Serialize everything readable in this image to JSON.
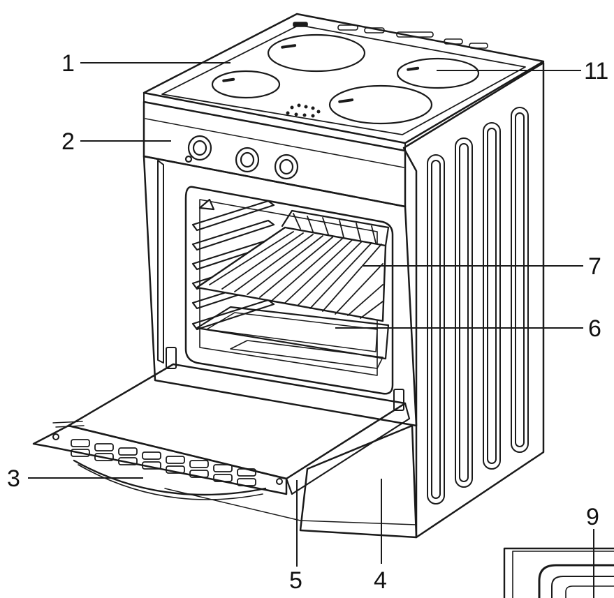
{
  "diagram": {
    "subject": "electric-cooker-with-open-oven",
    "callouts": [
      {
        "id": "c1",
        "text": "1"
      },
      {
        "id": "c2",
        "text": "2"
      },
      {
        "id": "c3",
        "text": "3"
      },
      {
        "id": "c4",
        "text": "4"
      },
      {
        "id": "c5",
        "text": "5"
      },
      {
        "id": "c6",
        "text": "6"
      },
      {
        "id": "c7",
        "text": "7"
      },
      {
        "id": "c9",
        "text": "9"
      },
      {
        "id": "c11",
        "text": "11"
      }
    ]
  },
  "colors": {
    "line": "#1a1a1a",
    "paper": "#ffffff",
    "shade": "#f2f2f2"
  }
}
